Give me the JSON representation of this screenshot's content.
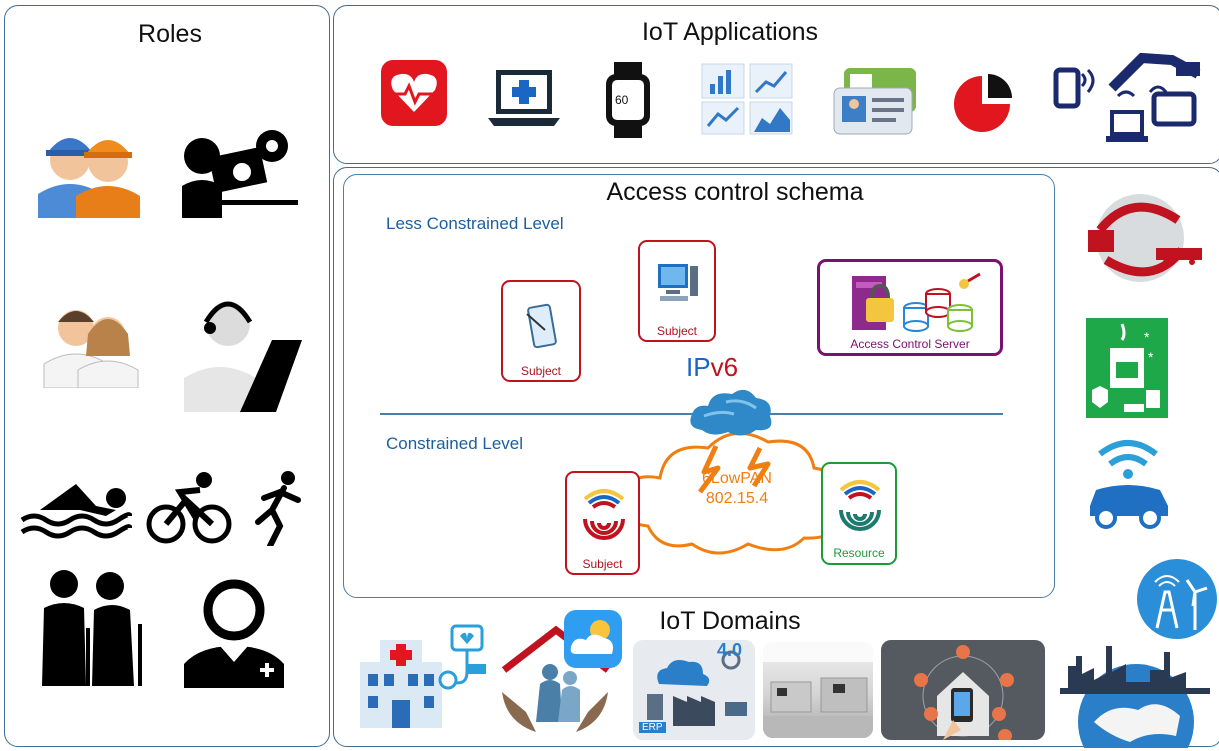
{
  "roles": {
    "title": "Roles"
  },
  "applications": {
    "title": "IoT Applications"
  },
  "schema": {
    "title": "Access control schema",
    "less_constrained": "Less Constrained Level",
    "constrained": "Constrained Level",
    "subject_label": "Subject",
    "resource_label": "Resource",
    "server_label": "Access Control Server",
    "ipv6_prefix": "IP",
    "ipv6_suffix": "v6",
    "lowpan": "6LowPAN",
    "ieee": "802.15.4"
  },
  "domains": {
    "title": "IoT Domains",
    "erp": "ERP",
    "industry": "4.0"
  },
  "colors": {
    "panel_border": "#3f6e8f",
    "level_text": "#1c5f9c",
    "subject_border": "#c0121f",
    "server_border": "#7a1070",
    "resource_border": "#1d9a3a",
    "cloud": "#2f88c8",
    "lowpan_text": "#f07f12"
  }
}
